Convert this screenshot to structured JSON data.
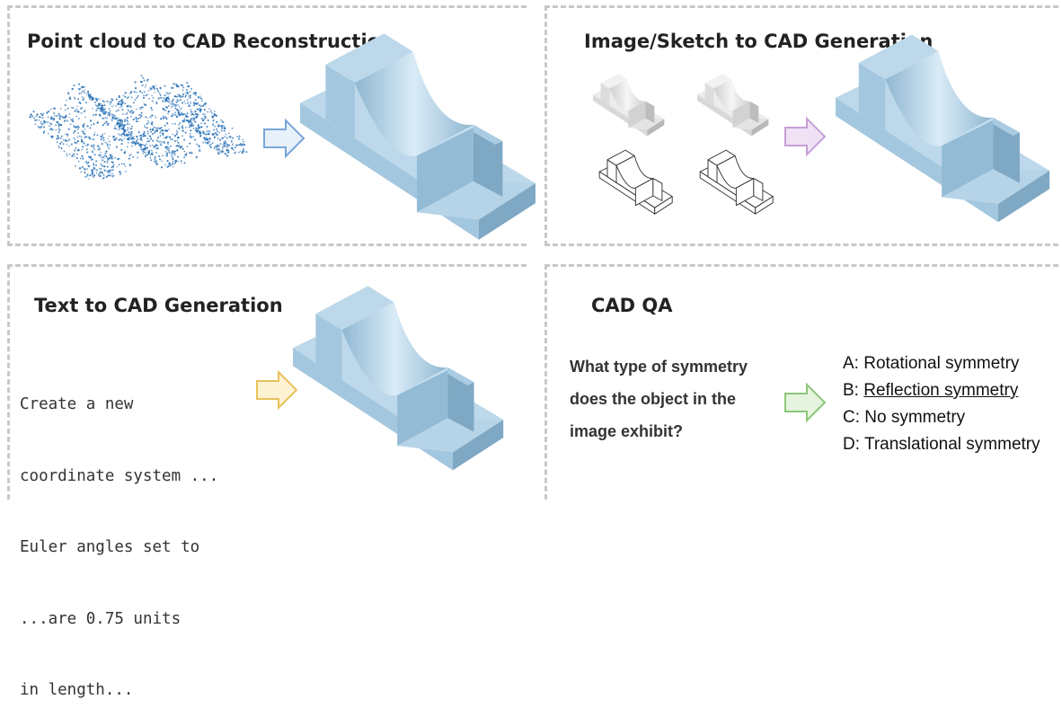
{
  "panels": [
    {
      "title": "Point cloud to CAD Reconstruction"
    },
    {
      "title": "Image/Sketch to CAD Generation"
    },
    {
      "title": "Text to CAD Generation",
      "text_lines": [
        "Create a new",
        "coordinate system ...",
        "Euler angles set to",
        "...are 0.75 units",
        "in length..."
      ]
    },
    {
      "title": "CAD QA",
      "question_lines": [
        "What type of symmetry",
        "does the object in the",
        "image exhibit?"
      ],
      "options": [
        {
          "prefix": "A: ",
          "text": "Rotational symmetry"
        },
        {
          "prefix": "B: ",
          "text": "Reflection symmetry"
        },
        {
          "prefix": "C: ",
          "text": "No symmetry"
        },
        {
          "prefix": "D: ",
          "text": "Translational symmetry"
        }
      ]
    }
  ],
  "colors": {
    "model_front": "#a3c7de",
    "model_top": "#bcd8ea",
    "model_side": "#7fa8c4",
    "point_cloud": "#2b73b8",
    "arrow_blue": "#7aa6d9",
    "arrow_purple": "#c79fd6",
    "arrow_yellow": "#f5d77c",
    "arrow_green": "#a8d89a",
    "border": "#c8c8c8"
  },
  "icons": [
    "cad-model",
    "point-cloud",
    "render-image",
    "sketch",
    "right-arrow-icon"
  ]
}
